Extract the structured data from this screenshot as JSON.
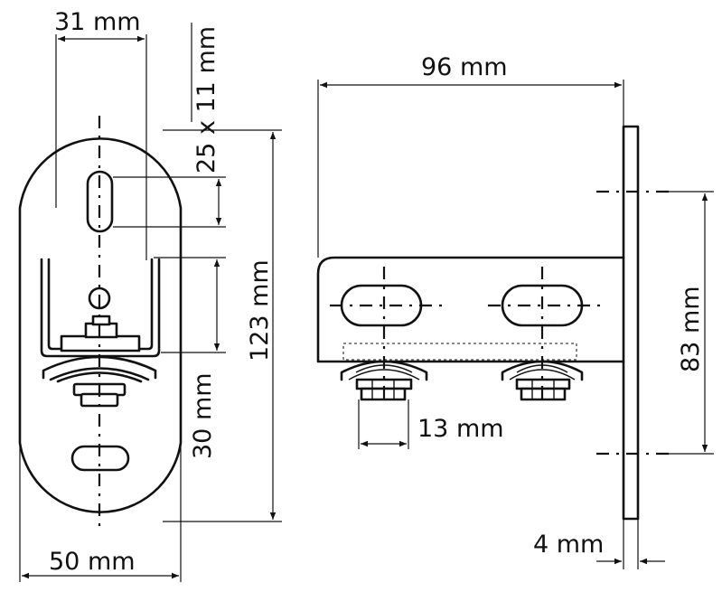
{
  "dimensions": {
    "left_top_width": "31 mm",
    "slot_size": "25 x 11 mm",
    "height": "123 mm",
    "lower_offset": "30 mm",
    "base_width": "50 mm",
    "bracket_length": "96 mm",
    "hole_spacing": "83 mm",
    "nut_size": "13 mm",
    "plate_thickness": "4 mm"
  },
  "colors": {
    "line": "#111111",
    "background": "#ffffff"
  }
}
